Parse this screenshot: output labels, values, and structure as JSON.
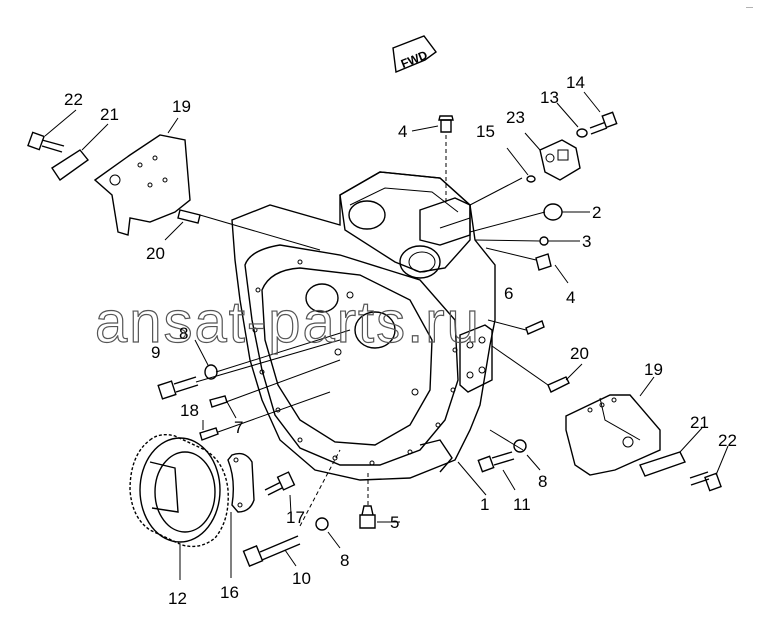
{
  "corner_mark": "—",
  "direction_tag": "FWD",
  "watermark": "ansat-parts.ru",
  "callouts": {
    "c2": "2",
    "c3": "3",
    "c4a": "4",
    "c4b": "4",
    "c5": "5",
    "c6": "6",
    "c7": "7",
    "c8a": "8",
    "c8b": "8",
    "c8c": "8",
    "c9": "9",
    "c10": "10",
    "c11": "11",
    "c12": "12",
    "c13": "13",
    "c14": "14",
    "c15": "15",
    "c16": "16",
    "c17": "17",
    "c18": "18",
    "c19a": "19",
    "c19b": "19",
    "c20a": "20",
    "c20b": "20",
    "c21a": "21",
    "c21b": "21",
    "c22a": "22",
    "c22b": "22",
    "c23": "23",
    "c1": "1"
  }
}
